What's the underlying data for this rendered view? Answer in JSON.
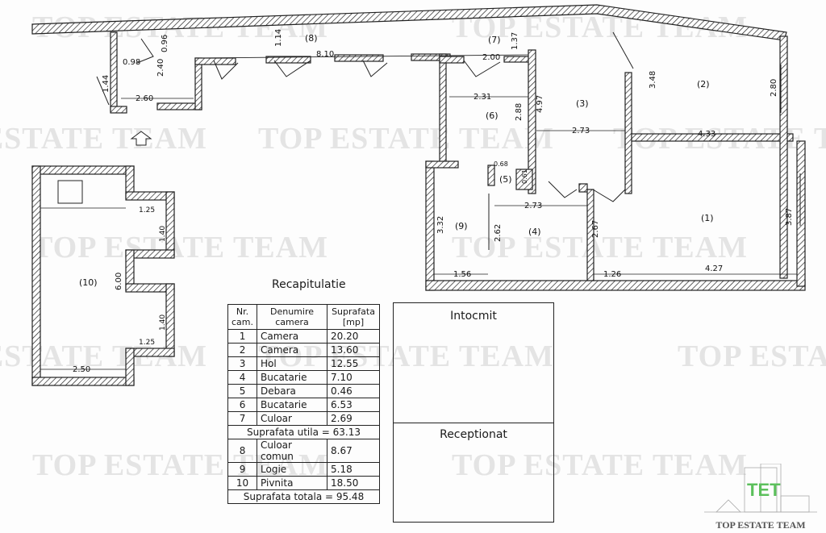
{
  "watermark": "TOP ESTATE TEAM",
  "rooms": {
    "r1": "1",
    "r2": "2",
    "r3": "3",
    "r4": "4",
    "r5": "5",
    "r6": "6",
    "r7": "7",
    "r8": "8",
    "r9": "9",
    "r10": "10"
  },
  "dimensions": {
    "d096": "0.96",
    "d098": "0.98",
    "d144": "1.44",
    "d240": "2.40",
    "d260": "2.60",
    "d810": "8.10",
    "d114": "1.14",
    "d137": "1.37",
    "d200": "2.00",
    "d231": "2.31",
    "d288": "2.88",
    "d497": "4.97",
    "d273a": "2.73",
    "d348": "3.48",
    "d280": "2.80",
    "d433": "4.33",
    "d068": "0.68",
    "d061": "0.61",
    "d273b": "2.73",
    "d332": "3.32",
    "d262": "2.62",
    "d267": "2.67",
    "d387": "3.87",
    "d156": "1.56",
    "d126": "1.26",
    "d427": "4.27",
    "d125a": "1.25",
    "d140a": "1.40",
    "d600": "6.00",
    "d140b": "1.40",
    "d125b": "1.25",
    "d250": "2.50"
  },
  "recap": {
    "title": "Recapitulatie",
    "headers": {
      "nr": "Nr. cam.",
      "name": "Denumire camera",
      "area": "Suprafata [mp]"
    },
    "rows": [
      {
        "nr": "1",
        "name": "Camera",
        "area": "20.20"
      },
      {
        "nr": "2",
        "name": "Camera",
        "area": "13.60"
      },
      {
        "nr": "3",
        "name": "Hol",
        "area": "12.55"
      },
      {
        "nr": "4",
        "name": "Bucatarie",
        "area": "7.10"
      },
      {
        "nr": "5",
        "name": "Debara",
        "area": "0.46"
      },
      {
        "nr": "6",
        "name": "Bucatarie",
        "area": "6.53"
      },
      {
        "nr": "7",
        "name": "Culoar",
        "area": "2.69"
      }
    ],
    "utila": "Suprafata utila = 63.13",
    "rows2": [
      {
        "nr": "8",
        "name": "Culoar comun",
        "area": "8.67"
      },
      {
        "nr": "9",
        "name": "Logie",
        "area": "5.18"
      },
      {
        "nr": "10",
        "name": "Pivnita",
        "area": "18.50"
      }
    ],
    "totala": "Suprafata totala = 95.48"
  },
  "signatures": {
    "intocmit": "Intocmit",
    "receptionat": "Receptionat"
  },
  "logo": {
    "text": "TOP ESTATE TEAM",
    "mark": "TET",
    "color": "#5cc05c"
  }
}
